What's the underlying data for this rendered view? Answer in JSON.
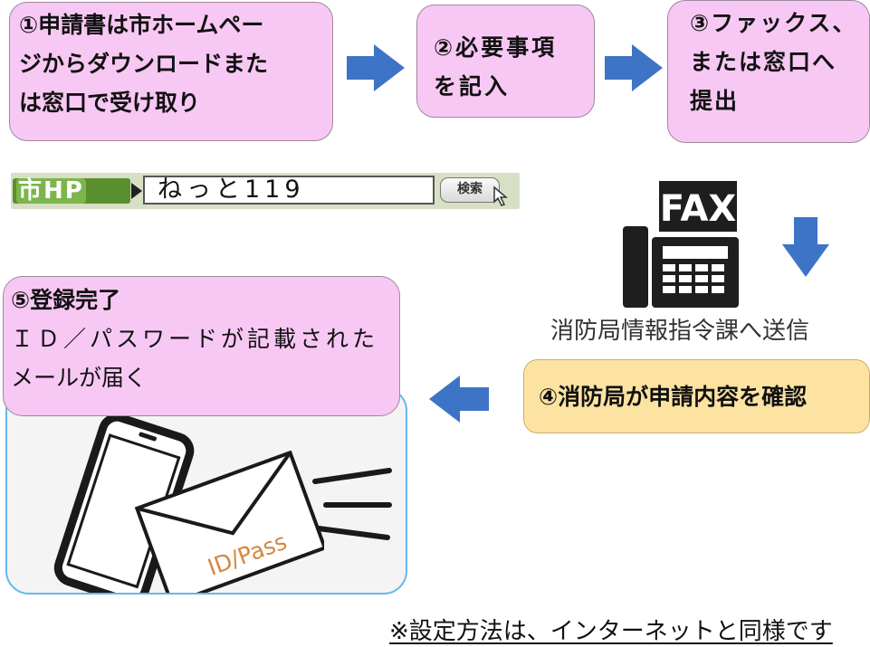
{
  "steps": {
    "step1": [
      "①申請書は市ホームペー",
      "ジからダウンロードまた",
      "は窓口で受け取り"
    ],
    "step2": [
      "②必要事項",
      "を記入"
    ],
    "step3": [
      "③ファックス、",
      "または窓口へ",
      "提出"
    ],
    "step4": [
      "④消防局が申請内容を確認"
    ],
    "step5": [
      "⑤登録完了",
      "ＩＤ／パスワードが記載された",
      "メールが届く"
    ]
  },
  "search_bar": {
    "badge_text": "市HP",
    "input_value": "ねっと119",
    "button_label": "検索"
  },
  "fax": {
    "icon_label": "FAX",
    "caption": "消防局情報指令課へ送信"
  },
  "envelope_label": "ID/Pass",
  "footnote": "※設定方法は、インターネットと同様です",
  "colors": {
    "step_box": "#f8c8f4",
    "confirm_box": "#fde3a2",
    "arrow": "#3d74c6",
    "panel_border": "#63b8ec"
  }
}
